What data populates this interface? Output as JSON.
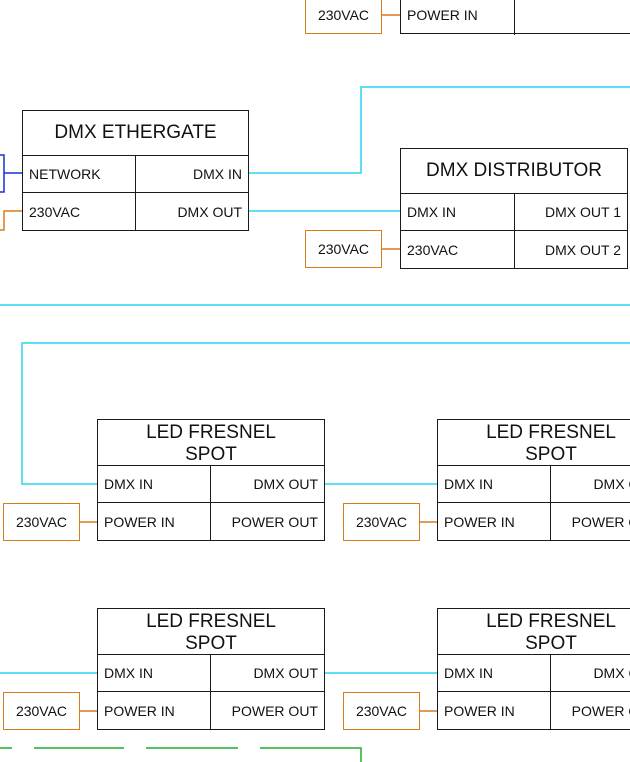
{
  "colors": {
    "dmx_wire": "#2fd3f0",
    "power_wire": "#d97c1e",
    "network_wire": "#1a2fd6",
    "ground_wire": "#1fae2a",
    "box_stroke": "#1a1a1a"
  },
  "top_fragment": {
    "power_label": "230VAC",
    "power_in": "POWER IN"
  },
  "ethergate": {
    "title": "DMX ETHERGATE",
    "network": "NETWORK",
    "dmx_in": "DMX IN",
    "power": "230VAC",
    "dmx_out": "DMX OUT"
  },
  "distributor": {
    "title": "DMX DISTRIBUTOR",
    "dmx_in": "DMX IN",
    "dmx_out_1": "DMX OUT 1",
    "power": "230VAC",
    "dmx_out_2": "DMX OUT 2",
    "power_label": "230VAC"
  },
  "fresnel": {
    "title_line1": "LED FRESNEL",
    "title_line2": "SPOT",
    "dmx_in": "DMX IN",
    "dmx_out": "DMX OUT",
    "power_in": "POWER IN",
    "power_out": "POWER OUT",
    "power_label": "230VAC"
  }
}
